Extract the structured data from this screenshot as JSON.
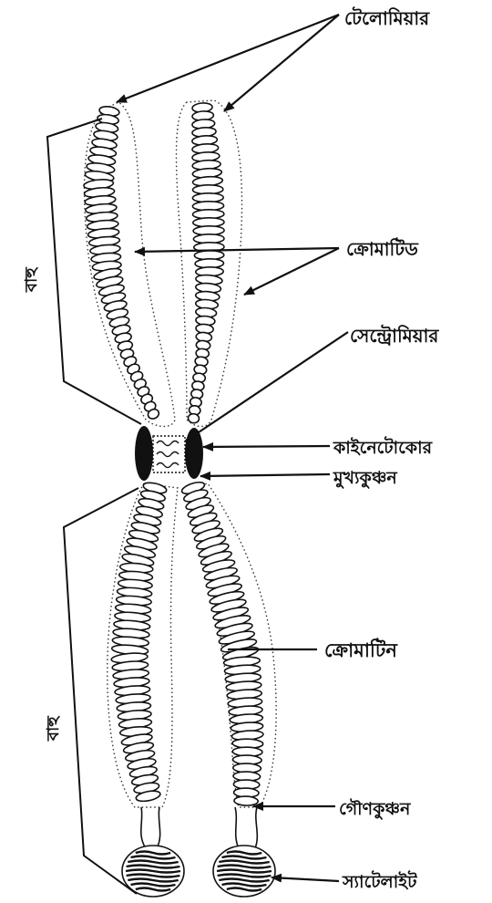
{
  "diagram": {
    "labels": {
      "telomere": "টেলোমিয়ার",
      "chromatid": "ক্রোমাটিড",
      "centromere": "সেন্ট্রোমিয়ার",
      "kinetochore": "কাইনেটোকোর",
      "primary_constriction": "মুখ্যকুঞ্চন",
      "chromatin": "ক্রোমাটিন",
      "secondary_constriction": "গৌণকুঞ্চন",
      "satellite": "স্যাটেলাইট",
      "arm_upper": "বাহু",
      "arm_lower": "বাহু"
    },
    "colors": {
      "ink": "#111111",
      "background": "#ffffff"
    }
  }
}
